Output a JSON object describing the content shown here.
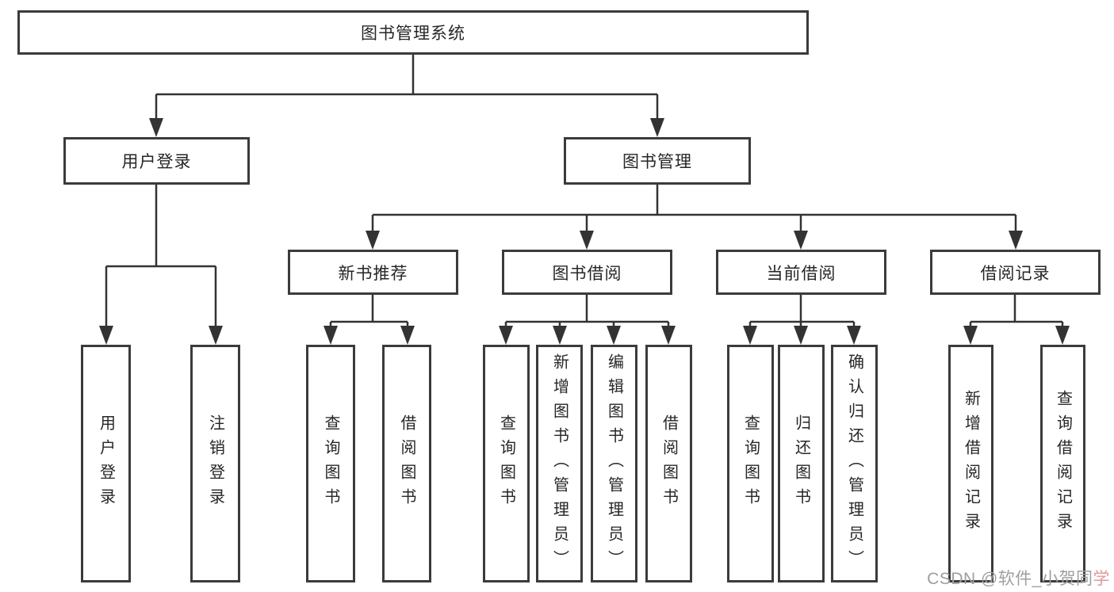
{
  "tree": {
    "root": {
      "label": "图书管理系统"
    },
    "children": [
      {
        "label": "用户登录",
        "children": [
          {
            "label": "用户登录"
          },
          {
            "label": "注销登录"
          }
        ]
      },
      {
        "label": "图书管理",
        "children": [
          {
            "label": "新书推荐",
            "children": [
              {
                "label": "查询图书"
              },
              {
                "label": "借阅图书"
              }
            ]
          },
          {
            "label": "图书借阅",
            "children": [
              {
                "label": "查询图书"
              },
              {
                "label": "新增图书（管理员）"
              },
              {
                "label": "编辑图书（管理员）"
              },
              {
                "label": "借阅图书"
              }
            ]
          },
          {
            "label": "当前借阅",
            "children": [
              {
                "label": "查询图书"
              },
              {
                "label": "归还图书"
              },
              {
                "label": "确认归还（管理员）"
              }
            ]
          },
          {
            "label": "借阅记录",
            "children": [
              {
                "label": "新增借阅记录"
              },
              {
                "label": "查询借阅记录"
              }
            ]
          }
        ]
      }
    ]
  },
  "watermark": {
    "text": "CSDN @软件_小贺同",
    "accent": "学"
  },
  "colors": {
    "line": "#333333",
    "box_border": "#3b3b3b",
    "text": "#262626",
    "watermark_gray": "#9e9e9e",
    "watermark_accent": "#e09a9a",
    "background": "#ffffff"
  }
}
